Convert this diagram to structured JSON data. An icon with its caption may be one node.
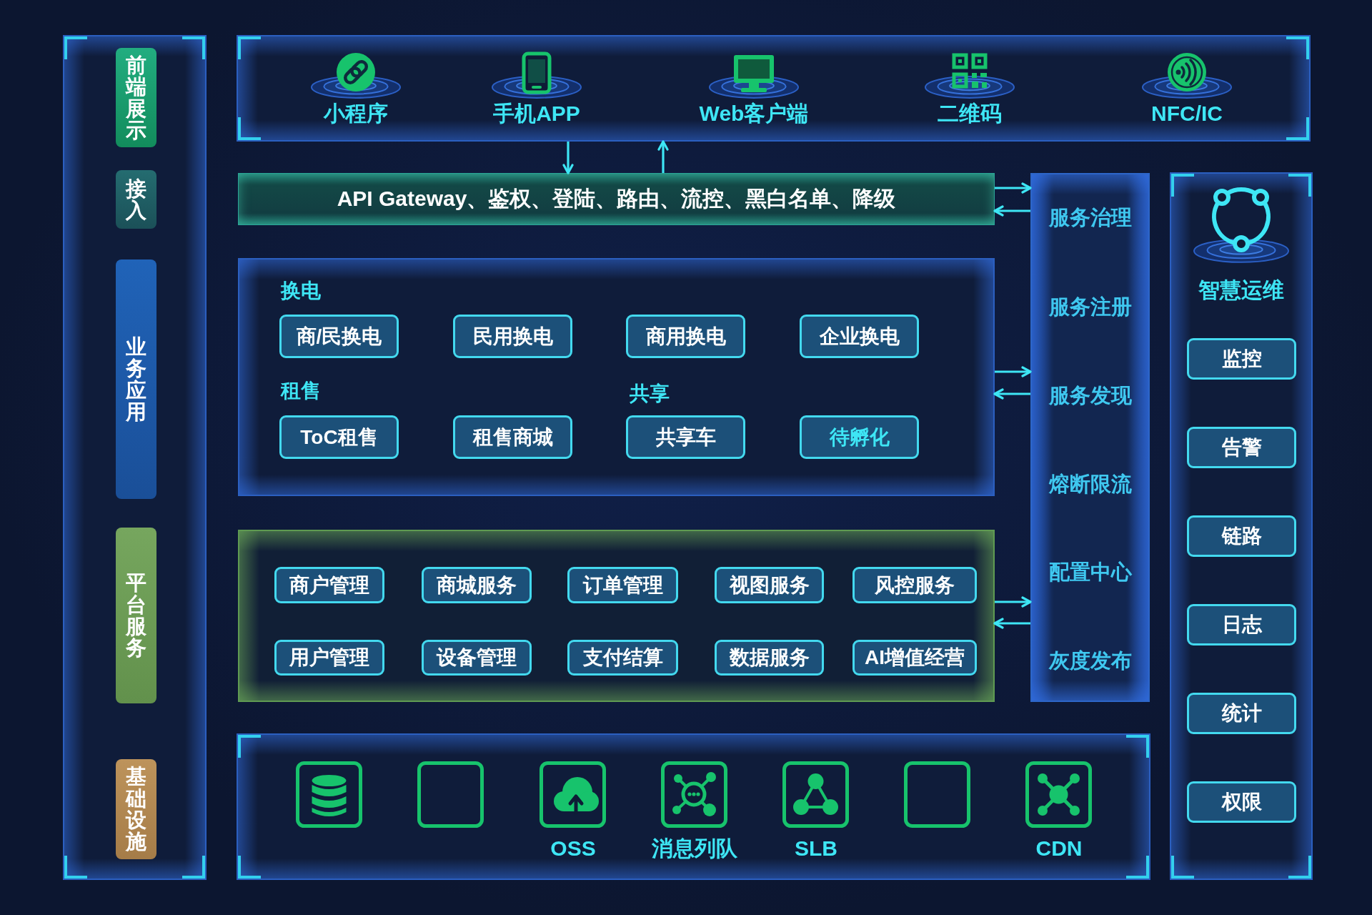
{
  "diagram": {
    "nodes": [
      {
        "text": [],
        "shape": "box"
      },
      {
        "text": [
          "前端展示"
        ],
        "in": 0
      },
      {
        "text": [
          "接入"
        ],
        "in": 0
      },
      {
        "text": [
          "业务应用"
        ],
        "in": 0
      },
      {
        "text": [
          "平台服务"
        ],
        "in": 0
      },
      {
        "text": [
          "基础设施"
        ],
        "in": 0
      },
      {
        "text": [],
        "shape": "box"
      },
      {
        "text": [
          "小程序"
        ],
        "in": 6
      },
      {
        "text": [
          "手机APP"
        ],
        "in": 6
      },
      {
        "text": [
          "Web客户端"
        ],
        "in": 6
      },
      {
        "text": [
          "二维码"
        ],
        "in": 6
      },
      {
        "text": [
          "NFC/IC"
        ],
        "in": 6
      },
      {
        "text": [
          "API Gateway、鉴权、登陆、路由、流控、黑白名单、降级"
        ]
      },
      {
        "text": [
          "服务治理",
          "服务注册",
          "服务发现",
          "熔断限流",
          "配置中心",
          "灰度发布"
        ]
      },
      {
        "text": [
          "智慧运维"
        ]
      },
      {
        "text": [
          "监控"
        ],
        "in": 14
      },
      {
        "text": [
          "告警"
        ],
        "in": 14
      },
      {
        "text": [
          "链路"
        ],
        "in": 14
      },
      {
        "text": [
          "日志"
        ],
        "in": 14
      },
      {
        "text": [
          "统计"
        ],
        "in": 14
      },
      {
        "text": [
          "权限"
        ],
        "in": 14
      },
      {
        "text": [
          "换电",
          "租售",
          "共享"
        ]
      },
      {
        "text": [
          "商/民换电"
        ],
        "in": 21
      },
      {
        "text": [
          "民用换电"
        ],
        "in": 21
      },
      {
        "text": [
          "商用换电"
        ],
        "in": 21
      },
      {
        "text": [
          "企业换电"
        ],
        "in": 21
      },
      {
        "text": [
          "ToC租售"
        ],
        "in": 21
      },
      {
        "text": [
          "租售商城"
        ],
        "in": 21
      },
      {
        "text": [
          "共享车"
        ],
        "in": 21
      },
      {
        "text": [
          "待孵化"
        ],
        "in": 21
      },
      {
        "text": [],
        "shape": "box"
      },
      {
        "text": [
          "商户管理"
        ],
        "in": 30
      },
      {
        "text": [
          "商城服务"
        ],
        "in": 30
      },
      {
        "text": [
          "订单管理"
        ],
        "in": 30
      },
      {
        "text": [
          "视图服务"
        ],
        "in": 30
      },
      {
        "text": [
          "风控服务"
        ],
        "in": 30
      },
      {
        "text": [
          "用户管理"
        ],
        "in": 30
      },
      {
        "text": [
          "设备管理"
        ],
        "in": 30
      },
      {
        "text": [
          "支付结算"
        ],
        "in": 30
      },
      {
        "text": [
          "数据服务"
        ],
        "in": 30
      },
      {
        "text": [
          "AI增值经营"
        ],
        "in": 30
      },
      {
        "text": [],
        "shape": "box"
      },
      {
        "text": [],
        "shape": "box",
        "in": 41
      },
      {
        "text": [],
        "shape": "box",
        "in": 41
      },
      {
        "text": [
          "OSS"
        ],
        "in": 41
      },
      {
        "text": [
          "消息列队"
        ],
        "in": 41
      },
      {
        "text": [
          "SLB"
        ],
        "in": 41
      },
      {
        "text": [],
        "shape": "box",
        "in": 41
      },
      {
        "text": [
          "CDN"
        ],
        "in": 41
      }
    ],
    "edges": [
      {
        "from": 6,
        "to": 12,
        "arrow": "to"
      },
      {
        "from": 12,
        "to": 6,
        "arrow": "to"
      },
      {
        "from": 12,
        "to": 13,
        "arrow": "to"
      },
      {
        "from": 13,
        "to": 12,
        "arrow": "to"
      },
      {
        "from": 21,
        "to": 13,
        "arrow": "to"
      },
      {
        "from": 13,
        "to": 21,
        "arrow": "to"
      },
      {
        "from": 30,
        "to": 13,
        "arrow": "to"
      },
      {
        "from": 13,
        "to": 30,
        "arrow": "to"
      }
    ]
  }
}
